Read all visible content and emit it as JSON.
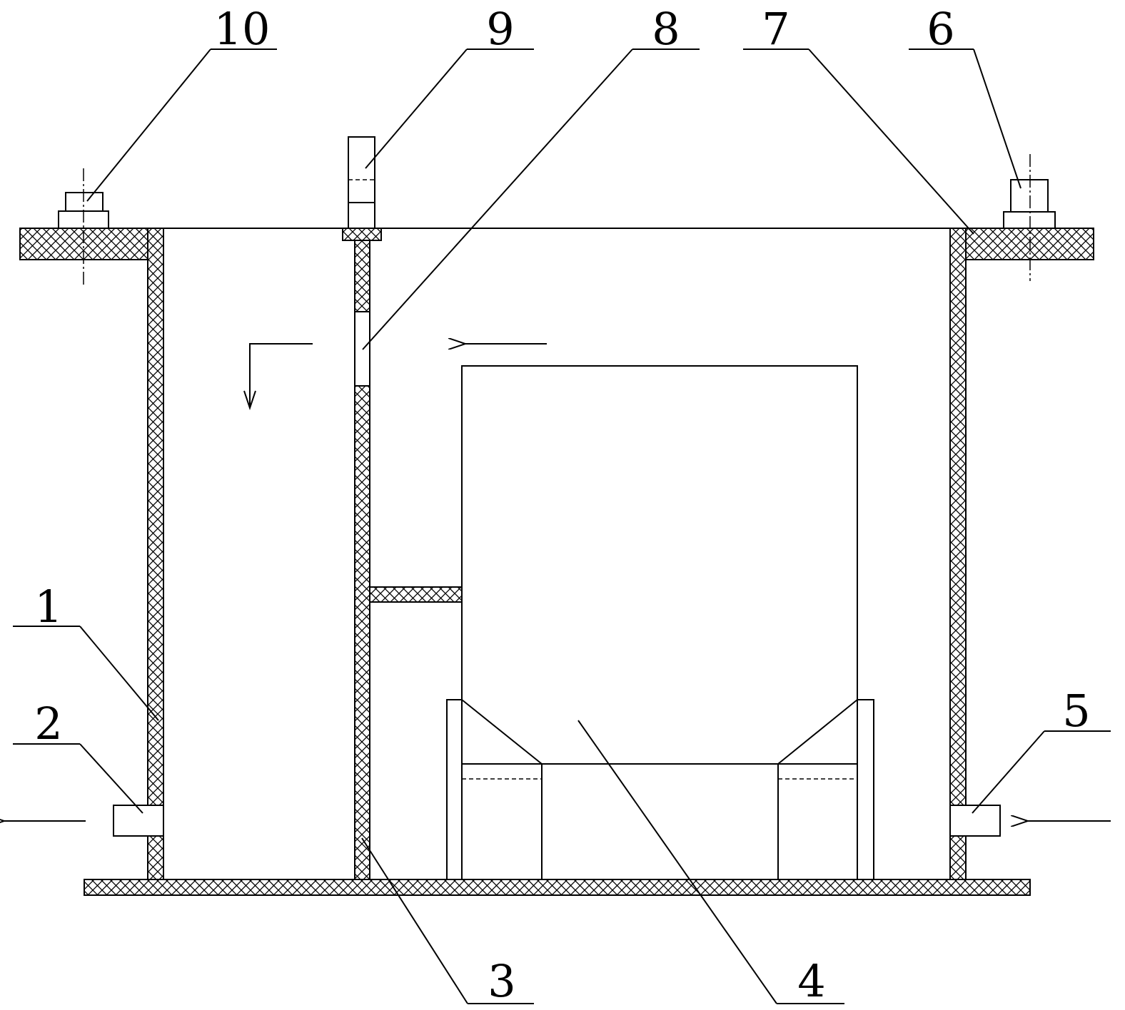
{
  "labels": [
    "1",
    "2",
    "3",
    "4",
    "5",
    "6",
    "7",
    "8",
    "9",
    "10"
  ],
  "colors": {
    "line": "#000000",
    "background": "#ffffff"
  }
}
